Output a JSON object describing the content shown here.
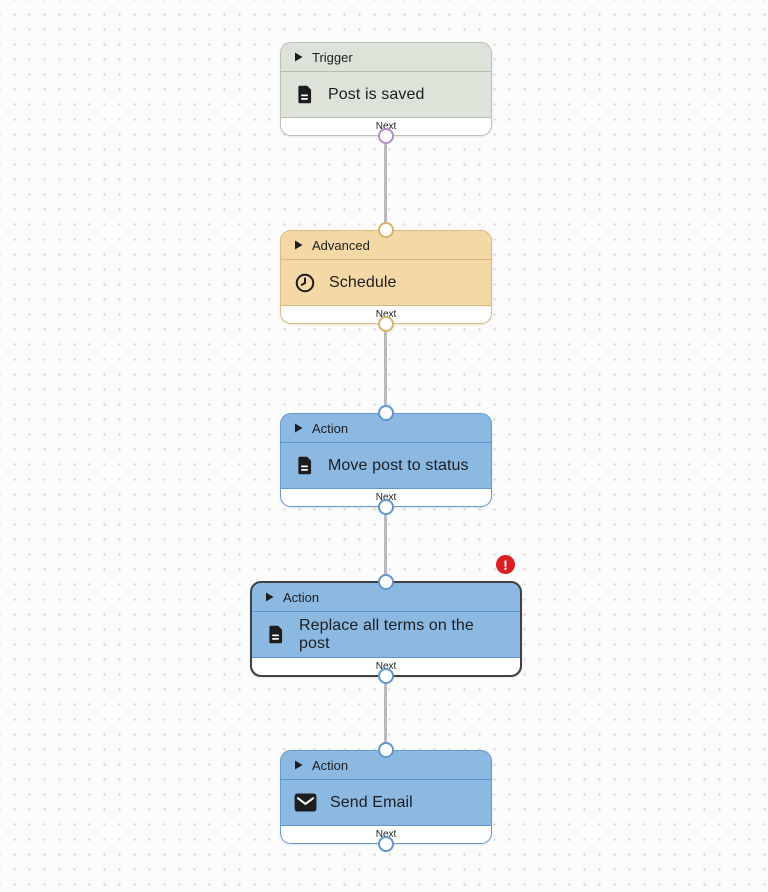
{
  "canvas": {
    "background_color": "#fcfcfc",
    "dot_color": "#d9d9d9",
    "connector_color": "#b9b9bf"
  },
  "error_badge": {
    "glyph": "!",
    "color": "#db1e24"
  },
  "nodes": [
    {
      "category": "Trigger",
      "title": "Post is saved",
      "icon": "document-icon",
      "footer_label": "Next",
      "selected": false,
      "has_error": false,
      "colors": {
        "fill": "#dde3d9",
        "divider": "#b3bdb0",
        "border": "#b9c2b6",
        "port": "#b48ccc"
      }
    },
    {
      "category": "Advanced",
      "title": "Schedule",
      "icon": "clock-icon",
      "footer_label": "Next",
      "selected": false,
      "has_error": false,
      "colors": {
        "fill": "#f4d9a6",
        "divider": "#d8b678",
        "border": "#dcbc80",
        "port": "#d9b26a"
      }
    },
    {
      "category": "Action",
      "title": "Move post to status",
      "icon": "document-icon",
      "footer_label": "Next",
      "selected": false,
      "has_error": false,
      "colors": {
        "fill": "#8cb9e2",
        "divider": "#6096cb",
        "border": "#649ace",
        "port": "#5f97cd"
      }
    },
    {
      "category": "Action",
      "title": "Replace all terms on the post",
      "icon": "document-icon",
      "footer_label": "Next",
      "selected": true,
      "has_error": true,
      "colors": {
        "fill": "#8cb9e2",
        "divider": "#6096cb",
        "border": "#3f4042",
        "port": "#5f97cd"
      }
    },
    {
      "category": "Action",
      "title": "Send Email",
      "icon": "envelope-icon",
      "footer_label": "Next",
      "selected": false,
      "has_error": false,
      "colors": {
        "fill": "#8cb9e2",
        "divider": "#6096cb",
        "border": "#649ace",
        "port": "#5f97cd"
      }
    }
  ]
}
